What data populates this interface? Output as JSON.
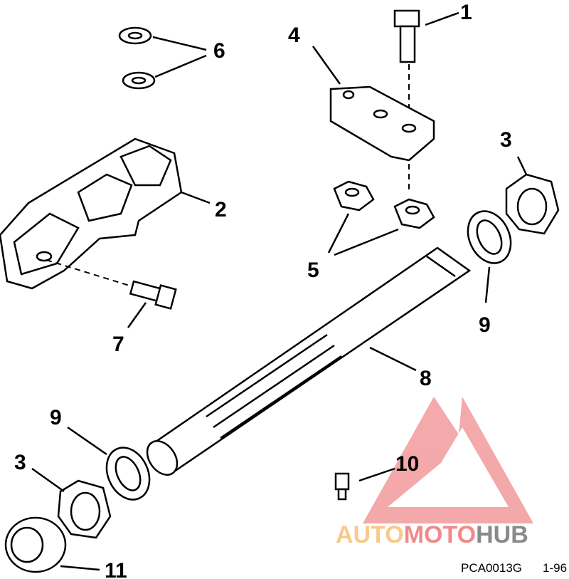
{
  "diagram": {
    "callouts": {
      "c1": "1",
      "c2": "2",
      "c3a": "3",
      "c3b": "3",
      "c4": "4",
      "c5": "5",
      "c6": "6",
      "c7": "7",
      "c8": "8",
      "c9a": "9",
      "c9b": "9",
      "c10": "10",
      "c11": "11"
    },
    "footer": {
      "code": "PCA0013G",
      "date": "1-96"
    },
    "watermark": {
      "part1": "AUTO",
      "part2": "MOTO",
      "part3": "HUB",
      "colors": {
        "auto": "#f9c98a",
        "moto": "#f08a8a",
        "hub": "#8a8a8a",
        "logo": "#f29b9b"
      }
    }
  }
}
